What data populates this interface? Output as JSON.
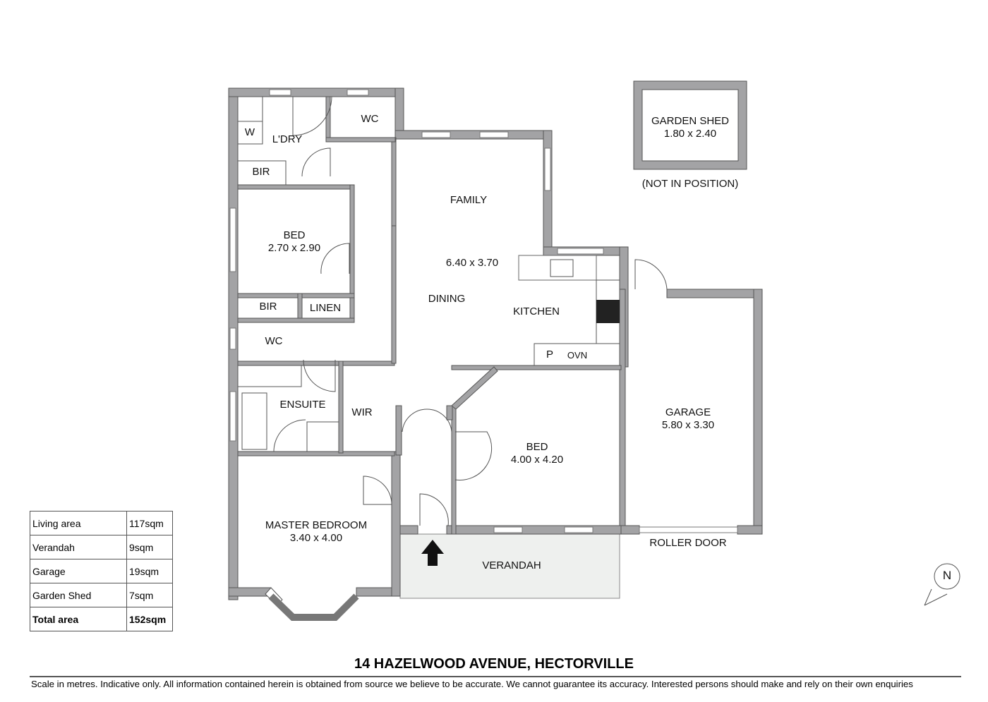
{
  "rooms": {
    "laundry": "L'DRY",
    "washer": "W",
    "bir_top": "BIR",
    "wc_top": "WC",
    "bed_small": {
      "name": "BED",
      "size": "2.70 x 2.90"
    },
    "bir_mid": "BIR",
    "linen": "LINEN",
    "wc_mid": "WC",
    "ensuite": "ENSUITE",
    "wir": "WIR",
    "master": {
      "name": "MASTER BEDROOM",
      "size": "3.40 x 4.00"
    },
    "family": "FAMILY",
    "family_size": "6.40 x 3.70",
    "dining": "DINING",
    "kitchen": "KITCHEN",
    "pantry": "P",
    "oven": "OVN",
    "bed_large": {
      "name": "BED",
      "size": "4.00 x 4.20"
    },
    "garage": {
      "name": "GARAGE",
      "size": "5.80 x 3.30"
    },
    "roller_door": "ROLLER DOOR",
    "verandah": "VERANDAH",
    "garden_shed": {
      "name": "GARDEN SHED",
      "size": "1.80 x 2.40",
      "note": "(NOT IN POSITION)"
    }
  },
  "compass": "N",
  "area_table": [
    {
      "label": "Living area",
      "value": "117sqm"
    },
    {
      "label": "Verandah",
      "value": "9sqm"
    },
    {
      "label": "Garage",
      "value": "19sqm"
    },
    {
      "label": "Garden Shed",
      "value": "7sqm"
    },
    {
      "label": "Total area",
      "value": "152sqm"
    }
  ],
  "title": "14 HAZELWOOD AVENUE, HECTORVILLE",
  "disclaimer": "Scale in metres. Indicative only. All information contained herein is obtained from source we believe to be accurate. We cannot guarantee its accuracy. Interested persons should make and rely on their own enquiries",
  "colors": {
    "wall": "#a3a3a5",
    "verandah": "#eef0ee"
  }
}
